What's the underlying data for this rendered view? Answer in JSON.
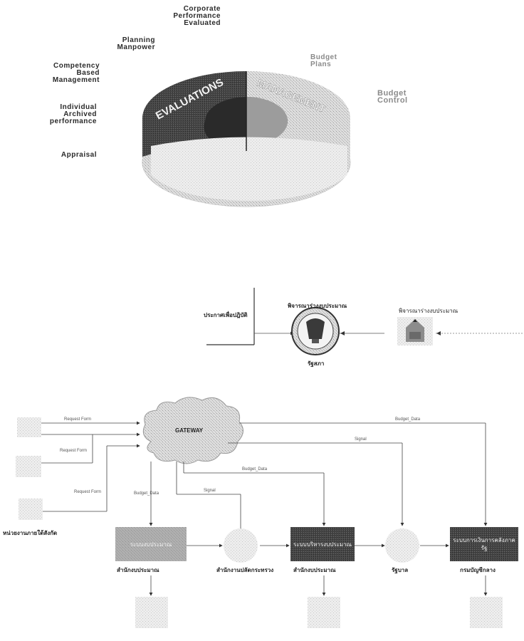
{
  "wheel": {
    "left_labels": [
      "Corporate\nPerformance\nEvaluated",
      "Planning\nManpower",
      "Competency\nBased\nManagement",
      "Individual\nArchived\nperformance",
      "Appraisal"
    ],
    "right_labels": [
      "Budget\nPlans",
      "Budget\nControl"
    ],
    "left_ring_text": "EVALUATIONS",
    "right_ring_text": "MANAGEMENT"
  },
  "top_row": {
    "left_caption": "ประกาศเพื่อปฎิบัติ",
    "middle_caption": "พิจารณาร่างงบประมาณ",
    "middle_sub": "รัฐสภา",
    "right_caption": "พิจารณาร่างงบประมาณ"
  },
  "network": {
    "gateway_label": "GATEWAY",
    "request_form": "Request Form",
    "budget_data": "Budget_Data",
    "signal": "Signal",
    "requesters_caption": "หน่วยงานภายใต้สังกัด",
    "agency_caption": "สำนักงานปลัดกระทรวง",
    "boxes": [
      {
        "text": "ระบบงบประมาณ",
        "caption": "สำนักงบประมาณ"
      },
      {
        "text": "ระบบบริหารงบประมาณ",
        "caption": "สำนักงบประมาณ"
      },
      {
        "text": "ระบบการเงินการคลังภาครัฐ",
        "caption": "กรมบัญชีกลาง"
      }
    ],
    "middle_node_caption": "รัฐบาล"
  },
  "colors": {
    "dark_segment": "#3d3d3d",
    "mid_segment": "#6a6a6a",
    "light_segment": "#bdbdbd",
    "box_light": "#9a9a9a",
    "box_dark": "#2e2e2e"
  }
}
